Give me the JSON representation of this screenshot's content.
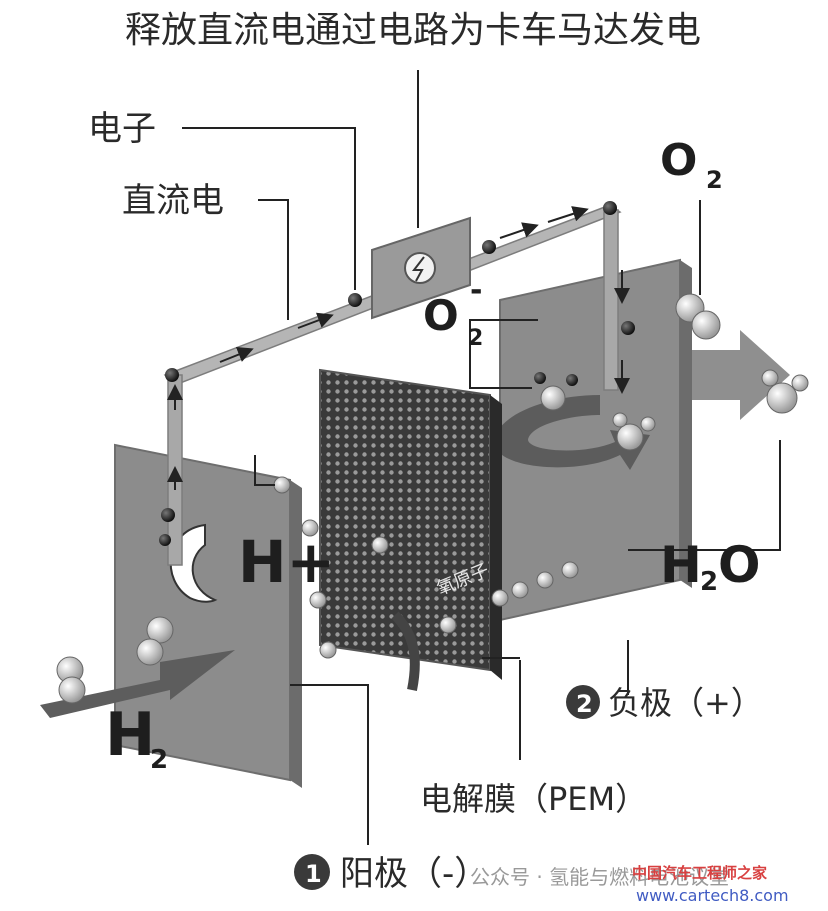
{
  "labels": {
    "top_caption": "释放直流电通过电路为卡车马达发电",
    "electron": "电子",
    "dc": "直流电",
    "o2": "O",
    "o2_sub": "2",
    "o2_ion": "O",
    "o2_ion_sub": "2",
    "o2_ion_sup": "-",
    "h_plus": "H+",
    "h2o_h": "H",
    "h2o_sub": "2",
    "h2o_o": "O",
    "h2": "H",
    "h2_sub": "2",
    "cathode_num": "2",
    "cathode": "负极（+）",
    "membrane": "电解膜（PEM）",
    "anode_num": "1",
    "anode": "阳极（-）",
    "arrow_text": "氧原子"
  },
  "watermark": {
    "account": "公众号 · 氢能与燃料电池议堂",
    "site_name": "中国汽车工程师之家",
    "site_url": "www.cartech8.com"
  },
  "colors": {
    "plate": "#8c8c8c",
    "pipe": "#a8a8a8",
    "ink": "#1e1e1e",
    "arrow": "#6d6d6d"
  }
}
